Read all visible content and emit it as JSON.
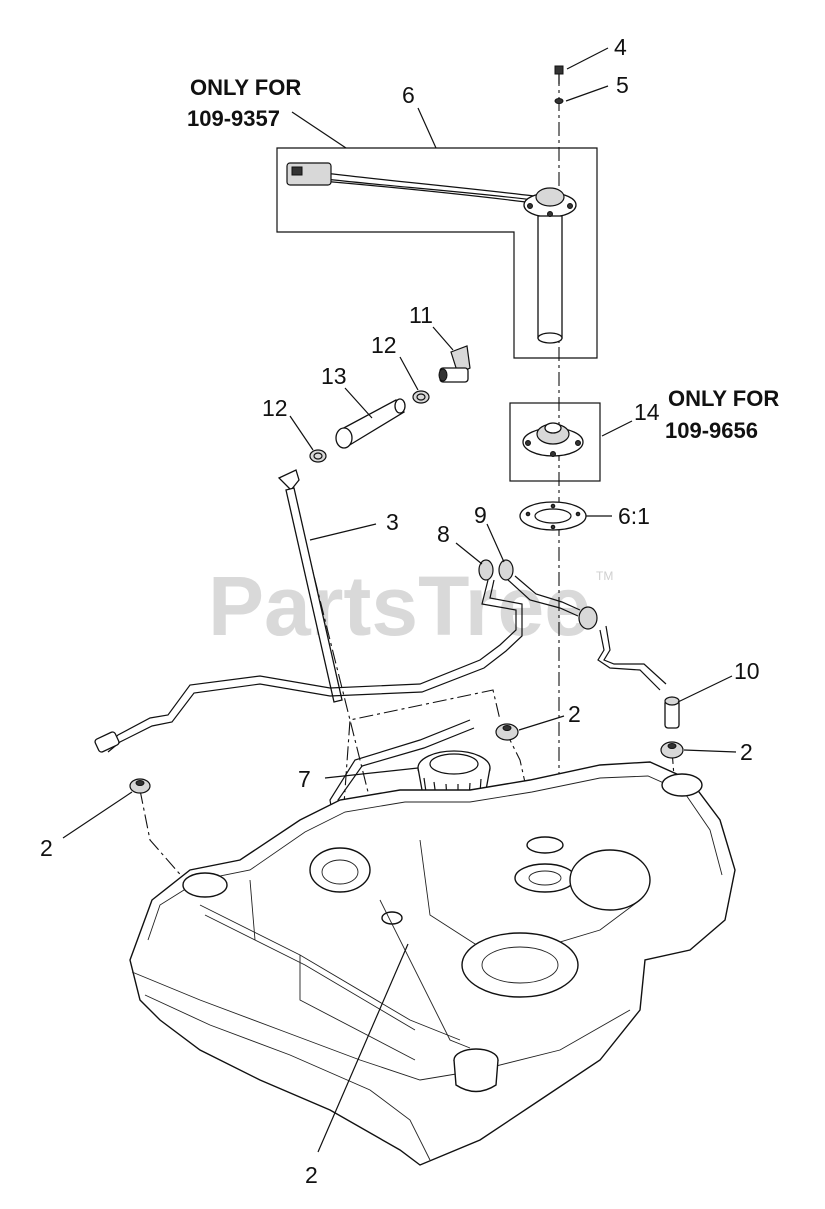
{
  "watermark": {
    "text": "PartsTree",
    "tm": "TM"
  },
  "notes": {
    "note_1_line1": "ONLY FOR",
    "note_1_line2": "109-9357",
    "note_2_line1": "ONLY FOR",
    "note_2_line2": "109-9656"
  },
  "callouts": {
    "c4": "4",
    "c5": "5",
    "c6": "6",
    "c11": "11",
    "c12a": "12",
    "c13": "13",
    "c12b": "12",
    "c14": "14",
    "c3": "3",
    "c9": "9",
    "c8": "8",
    "c6_1": "6:1",
    "c10": "10",
    "c2a": "2",
    "c2b": "2",
    "c7": "7",
    "c2c": "2",
    "c2d": "2"
  }
}
